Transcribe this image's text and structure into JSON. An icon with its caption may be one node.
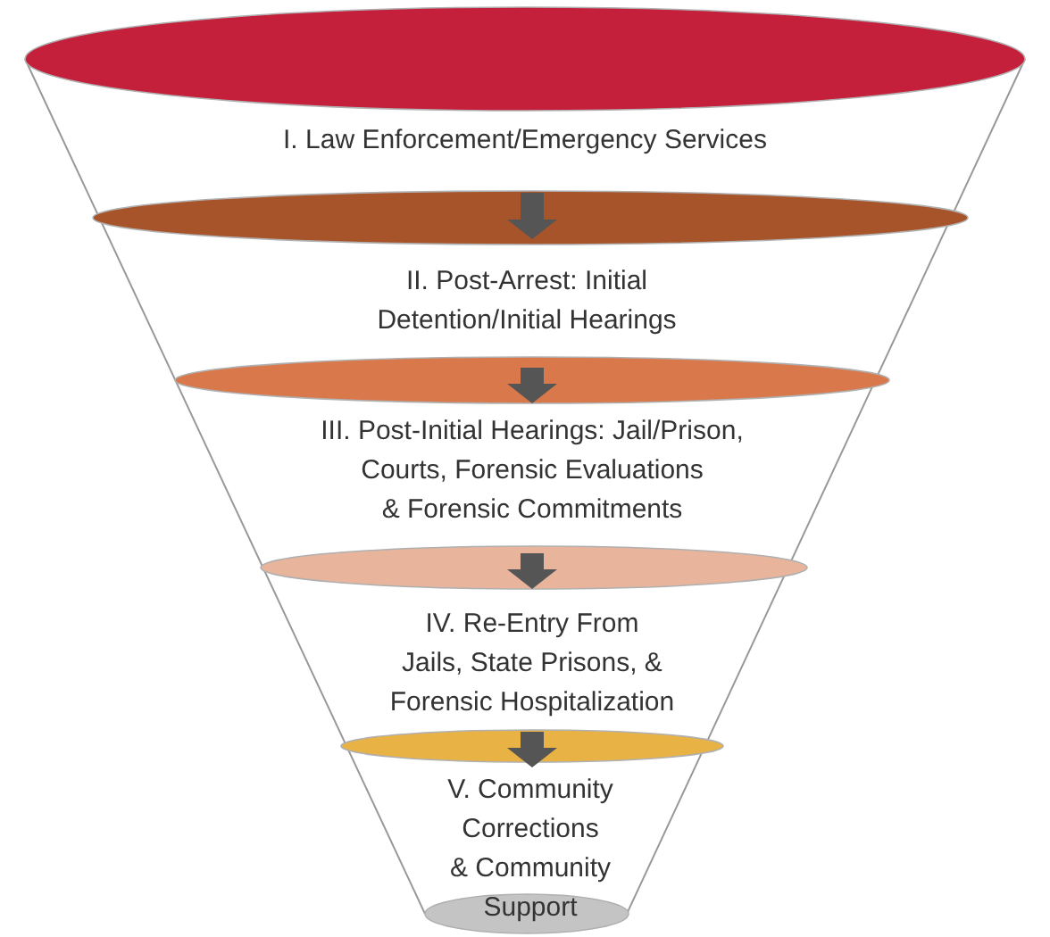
{
  "diagram": {
    "nodes": [
      {
        "text": [
          "I.  Law Enforcement/Emergency Services"
        ]
      },
      {
        "text": [
          "II.  Post-Arrest: Initial Detention/Initial Hearings"
        ]
      },
      {
        "text": [
          "III.  Post-Initial Hearings: Jail/Prison, Courts, Forensic Evaluations & Forensic Commitments"
        ]
      },
      {
        "text": [
          "IV.  Re-Entry From Jails, State Prisons, & Forensic Hospitalization"
        ]
      },
      {
        "text": [
          "V.  Community Corrections & Community Support"
        ]
      }
    ],
    "edges": [
      {
        "from": 0,
        "to": 1,
        "arrow": "to"
      },
      {
        "from": 1,
        "to": 2,
        "arrow": "to"
      },
      {
        "from": 2,
        "to": 3,
        "arrow": "to"
      },
      {
        "from": 3,
        "to": 4,
        "arrow": "to"
      }
    ]
  }
}
